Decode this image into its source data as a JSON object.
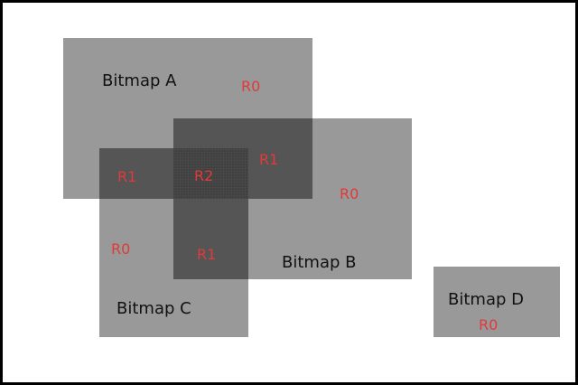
{
  "bitmaps": {
    "a": {
      "label": "Bitmap A",
      "region": "R0"
    },
    "b": {
      "label": "Bitmap B",
      "region": "R0"
    },
    "c": {
      "label": "Bitmap C",
      "region": "R0"
    },
    "d": {
      "label": "Bitmap D",
      "region": "R0"
    }
  },
  "overlaps": {
    "ac": {
      "region": "R1"
    },
    "ab": {
      "region": "R1"
    },
    "bc": {
      "region": "R1"
    },
    "abc": {
      "region": "R2"
    }
  },
  "colors": {
    "border": "#000000",
    "bitmap_fill": "#9b9b9b",
    "overlap_fill": "#5a5a5a",
    "region_text": "#e03a3a"
  }
}
